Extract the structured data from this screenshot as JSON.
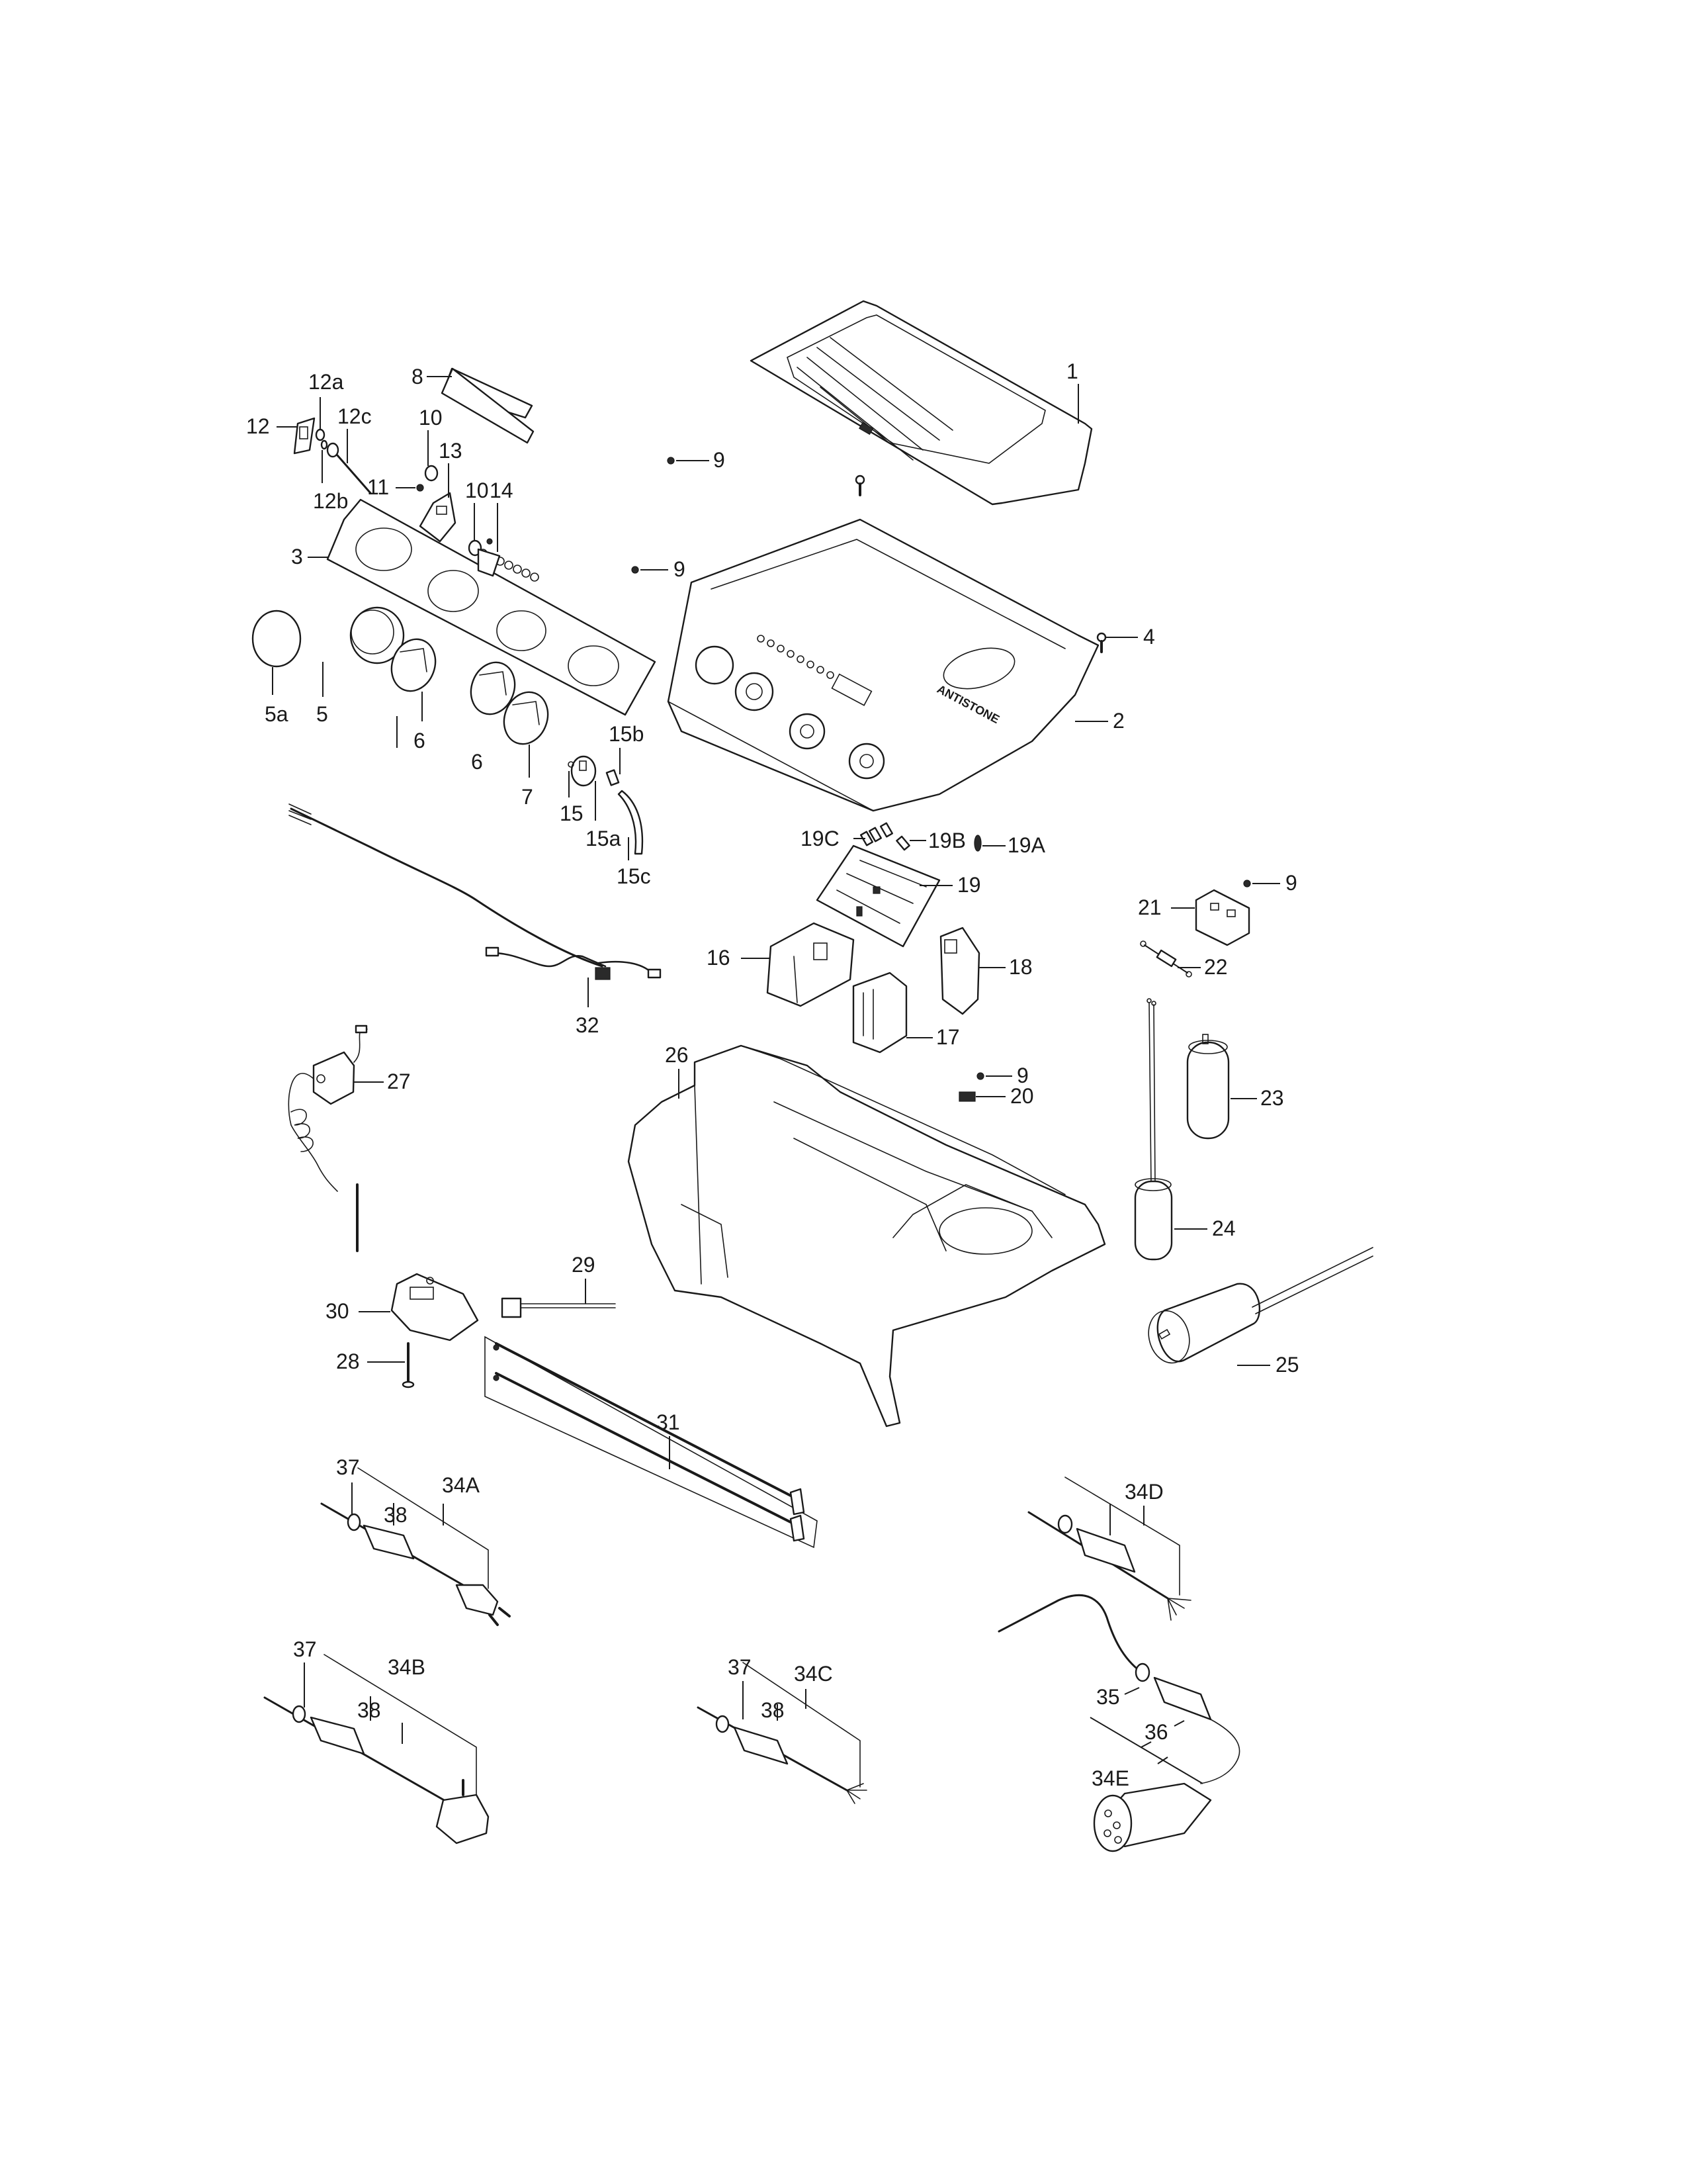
{
  "diagram": {
    "type": "exploded-parts-view",
    "subject": "Control box assembly",
    "brand_marking": "ANTISTONE",
    "line_color": "#1a1a1a",
    "background": "#ffffff"
  },
  "callouts": {
    "p1": "1",
    "p2": "2",
    "p3": "3",
    "p4": "4",
    "p5": "5",
    "p5a": "5a",
    "p6a": "6",
    "p6b": "6",
    "p7": "7",
    "p8": "8",
    "p9a": "9",
    "p9b": "9",
    "p9c": "9",
    "p9d": "9",
    "p10a": "10",
    "p10b": "10",
    "p11": "11",
    "p12": "12",
    "p12a": "12a",
    "p12b": "12b",
    "p12c": "12c",
    "p13": "13",
    "p14": "14",
    "p15": "15",
    "p15a": "15a",
    "p15b": "15b",
    "p15c": "15c",
    "p16": "16",
    "p17": "17",
    "p18": "18",
    "p19": "19",
    "p19A": "19A",
    "p19B": "19B",
    "p19C": "19C",
    "p20": "20",
    "p21": "21",
    "p22": "22",
    "p23": "23",
    "p24": "24",
    "p25": "25",
    "p26": "26",
    "p27": "27",
    "p28": "28",
    "p29": "29",
    "p30": "30",
    "p31": "31",
    "p32": "32",
    "p34A": "34A",
    "p34B": "34B",
    "p34C": "34C",
    "p34D": "34D",
    "p34E": "34E",
    "p35": "35",
    "p36": "36",
    "p37a": "37",
    "p37b": "37",
    "p37c": "37",
    "p38a": "38",
    "p38b": "38",
    "p38c": "38"
  }
}
